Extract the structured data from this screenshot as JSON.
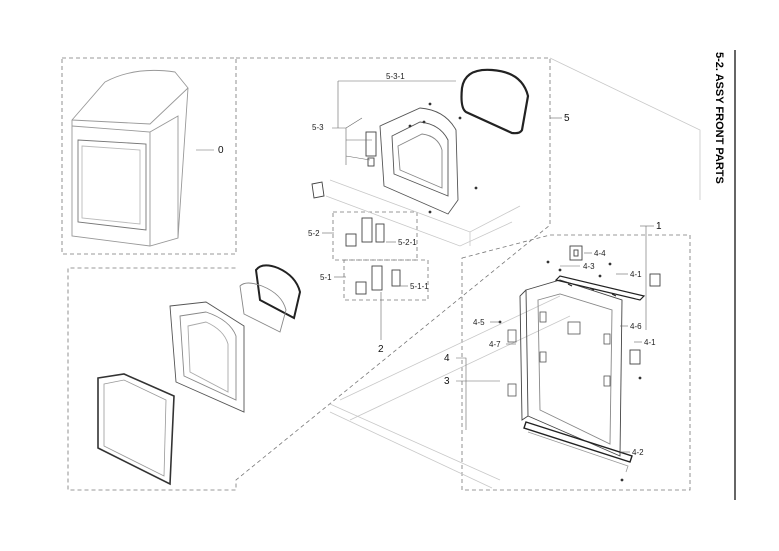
{
  "title": "5-2. ASSY FRONT PARTS",
  "callouts": {
    "c0": "0",
    "c1": "1",
    "c2": "2",
    "c3": "3",
    "c4": "4",
    "c5": "5",
    "c4_1a": "4-1",
    "c4_1b": "4-1",
    "c4_2": "4-2",
    "c4_3": "4-3",
    "c4_4": "4-4",
    "c4_5": "4-5",
    "c4_6": "4-6",
    "c4_7": "4-7",
    "c5_1": "5-1",
    "c5_1_1": "5-1-1",
    "c5_2": "5-2",
    "c5_2_1": "5-2-1",
    "c5_3": "5-3",
    "c5_3_1": "5-3-1"
  }
}
